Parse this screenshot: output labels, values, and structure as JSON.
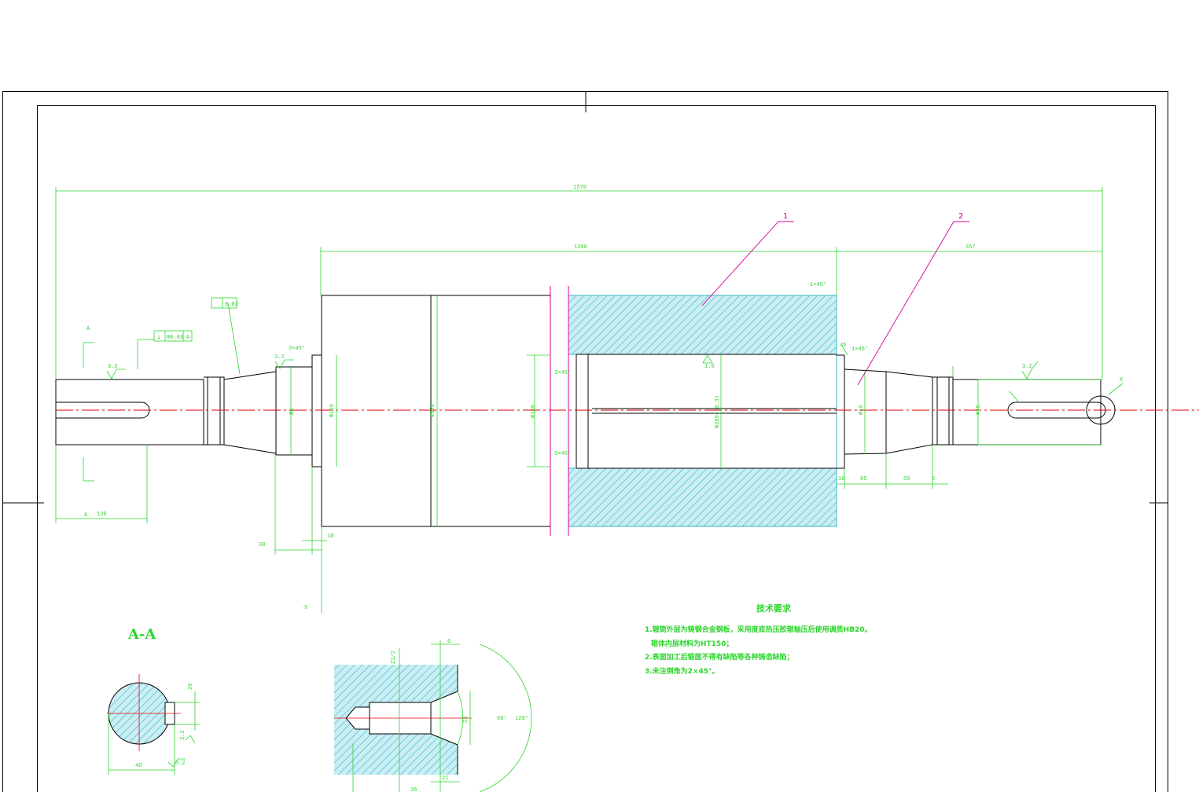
{
  "colors": {
    "frame": "#000000",
    "geometry": "#000000",
    "dimension": "#2bd62b",
    "centerline": "#e00000",
    "hatch": "#35b6c6",
    "hatch_fill": "#c9eef3",
    "leader": "#d1009b"
  },
  "dimensions": {
    "overall_length": "1570",
    "roll_length": "1200",
    "right_journal": "357",
    "left_key_len": "130",
    "left_label": "A",
    "chamfer_1": "3×45°",
    "chamfer_2": "5×45°",
    "chamfer_3": "1×45°",
    "chamfer_4": "2×45°",
    "chamfer_5": "1×45°",
    "ra_1": "3.2",
    "ra_2": "3.2",
    "ra_3": "1.6",
    "ra_4": "3.2",
    "tol_perp_sym": "⊥",
    "tol_perp_val": "Φ0.03",
    "tol_perp_ref": "A",
    "tol_cyl_val": "0.03",
    "dia_1": "Φ5",
    "dia_2": "Φ120",
    "dia_3": "Φ350",
    "dia_4": "Φ130",
    "dia_5": "Φ280(-0.3)",
    "dia_6": "Φ10",
    "dia_7": "Φ75",
    "dim_30": "30",
    "dim_10": "10",
    "dim_16": "16",
    "dim_65": "65",
    "dim_50": "50",
    "dim_5": "5",
    "dim_45": "45",
    "dim_x": "X",
    "aa_1": "20",
    "aa_2": "3.2",
    "aa_3": "3.2",
    "aa_4": "40",
    "d_1": "Z1/2",
    "d_2": "6",
    "d_3": "60°",
    "d_4": "120°",
    "d_5": "24",
    "d_6": "21",
    "d_7": "36",
    "circle_ref": "①",
    "section_mark": "A"
  },
  "labels": {
    "part_1": "1",
    "part_2": "2"
  },
  "section": {
    "title": "A-A"
  },
  "notes": {
    "title": "技术要求",
    "line1": "1.辊筒外层为铸钢合金钢板，采用度底热压胶辊轴压后使用调质HB20。",
    "line2": "辊体内层材料为HT150；",
    "line3": "2.表面加工后锻面不得有缺陷等各种铸造缺陷；",
    "line4": "3.未注倒角为2×45°。"
  }
}
